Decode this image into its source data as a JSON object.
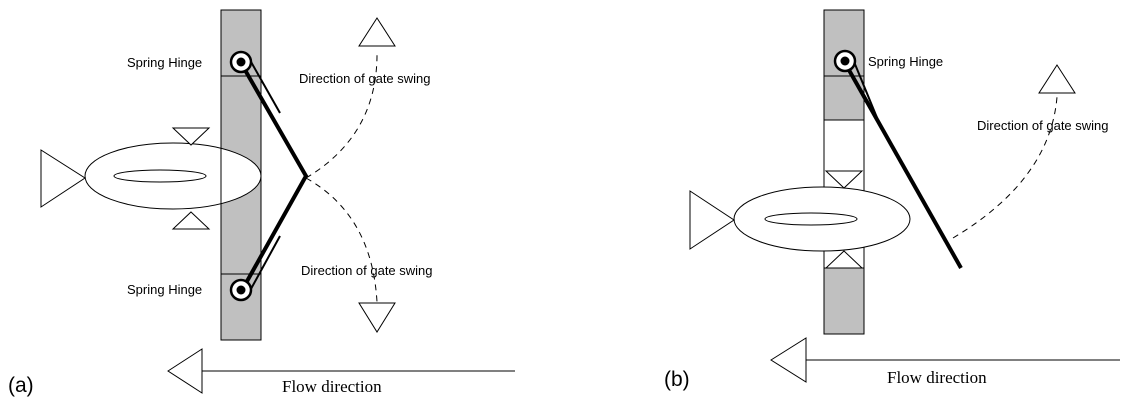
{
  "panel_a": {
    "label": "(a)",
    "hinge_top": "Spring Hinge",
    "hinge_bottom": "Spring Hinge",
    "swing_top": "Direction of gate swing",
    "swing_bottom": "Direction of gate swing",
    "flow": "Flow direction"
  },
  "panel_b": {
    "label": "(b)",
    "hinge": "Spring Hinge",
    "swing": "Direction of gate swing",
    "flow": "Flow direction"
  },
  "colors": {
    "wall": "#c0c0c0",
    "stroke": "#000000"
  }
}
